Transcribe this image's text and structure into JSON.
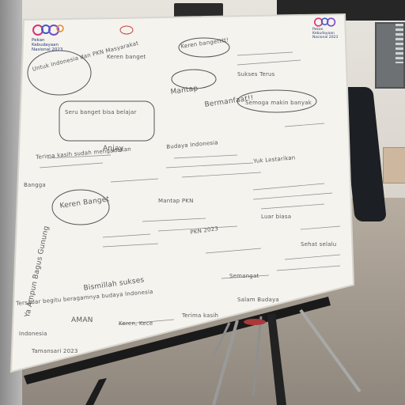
{
  "logo": {
    "lines": [
      "Pekan",
      "Kebudayaan",
      "Nasional 2023"
    ]
  },
  "notes": {
    "n1": "Untuk Indonesia dan PKN Masyarakat",
    "n2": "Keren banget",
    "n3": "Keren bangetttt!",
    "n4": "Mantap",
    "n5": "Bermanfaat!!",
    "n6": "Semoga makin banyak",
    "n7": "Seru banget bisa belajar",
    "n8": "Anjay",
    "n9": "Keren Banget",
    "n10": "Ya Ampun Bagus Gunung",
    "n11": "Tersadar begitu beragamnya budaya Indonesia",
    "n12": "AMAN",
    "n13": "Bangga",
    "n14": "Bismillah sukses",
    "n15": "PKN 2023",
    "n16": "Semangat",
    "n17": "Terima kasih",
    "n18": "Sehat selalu",
    "n19": "Mantap PKN",
    "n20": "Indonesia",
    "n21": "Tamansari 2023",
    "n22": "Budaya Indonesia",
    "n23": "Yuk Lestarikan",
    "n24": "Sukses Terus",
    "n25": "Terima kasih sudah mengadakan",
    "n26": "Keren, Kece",
    "n27": "Luar biasa",
    "n28": "Salam Budaya"
  }
}
